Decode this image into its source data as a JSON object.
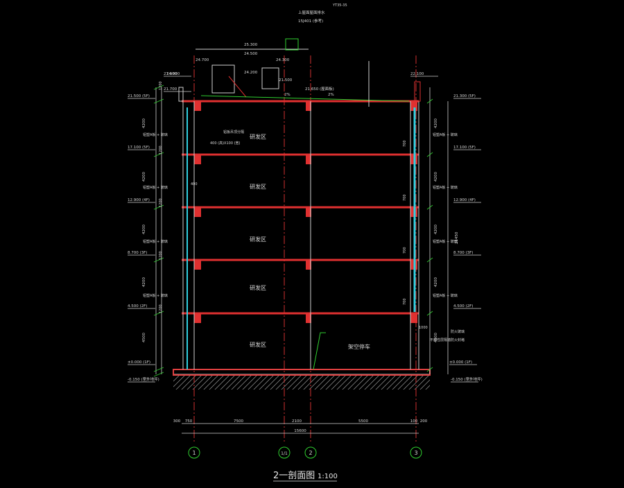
{
  "title": {
    "text": "2一剖面图",
    "scale": "1:100"
  },
  "axes": [
    "1",
    "1/1",
    "2",
    "3"
  ],
  "axis_bottom_dims": [
    "300",
    "750",
    "7500",
    "2100",
    "5500",
    "100",
    "200"
  ],
  "total_dim": "15600",
  "elev_left": [
    "21.900",
    "21.700",
    "21.500 (5F)",
    "17.100 (5F)",
    "12.900 (4F)",
    "8.700 (3F)",
    "4.500 (2F)",
    "±0.000 (1F)",
    "-0.150 (室外地坪)"
  ],
  "elev_right": [
    "22.100",
    "21.300 (5F)",
    "17.100 (5F)",
    "12.900 (4F)",
    "8.700 (3F)",
    "4.500 (2F)",
    "±0.000 (1F)",
    "-0.150 (室外地坪)"
  ],
  "elev_top": [
    "25.300",
    "24.500",
    "24.700",
    "24.200",
    "24.900",
    "21.650 (屋面板)",
    "21.500",
    "24.300"
  ],
  "left_dims": [
    "4200",
    "4200",
    "4200",
    "4200",
    "4500",
    "1200",
    "1200",
    "1200",
    "1200",
    "1200"
  ],
  "right_dims": [
    "4200",
    "4200",
    "4200",
    "4200",
    "4500",
    "21450"
  ],
  "room_labels": [
    "研发区",
    "研发区",
    "研发区",
    "研发区",
    "研发区",
    "架空停车"
  ],
  "annotations": {
    "top_note_1": "上屋面屋面排水",
    "top_note_2": "15J401 (参考)",
    "top_ref": "YT35-35",
    "parapet_note": "铝板吊顶分隔",
    "lintel_note": "400 (高)X100 (宽)",
    "slope_1": "2%",
    "slope_2": "2%",
    "side_note": "铝塑A板 + 玻璃",
    "fire_note_1": "防火玻璃",
    "fire_note_2": "不燃性层隔墙防火封堵",
    "dim_1000": "1000",
    "dim_700": "700",
    "dim_400": "400"
  }
}
